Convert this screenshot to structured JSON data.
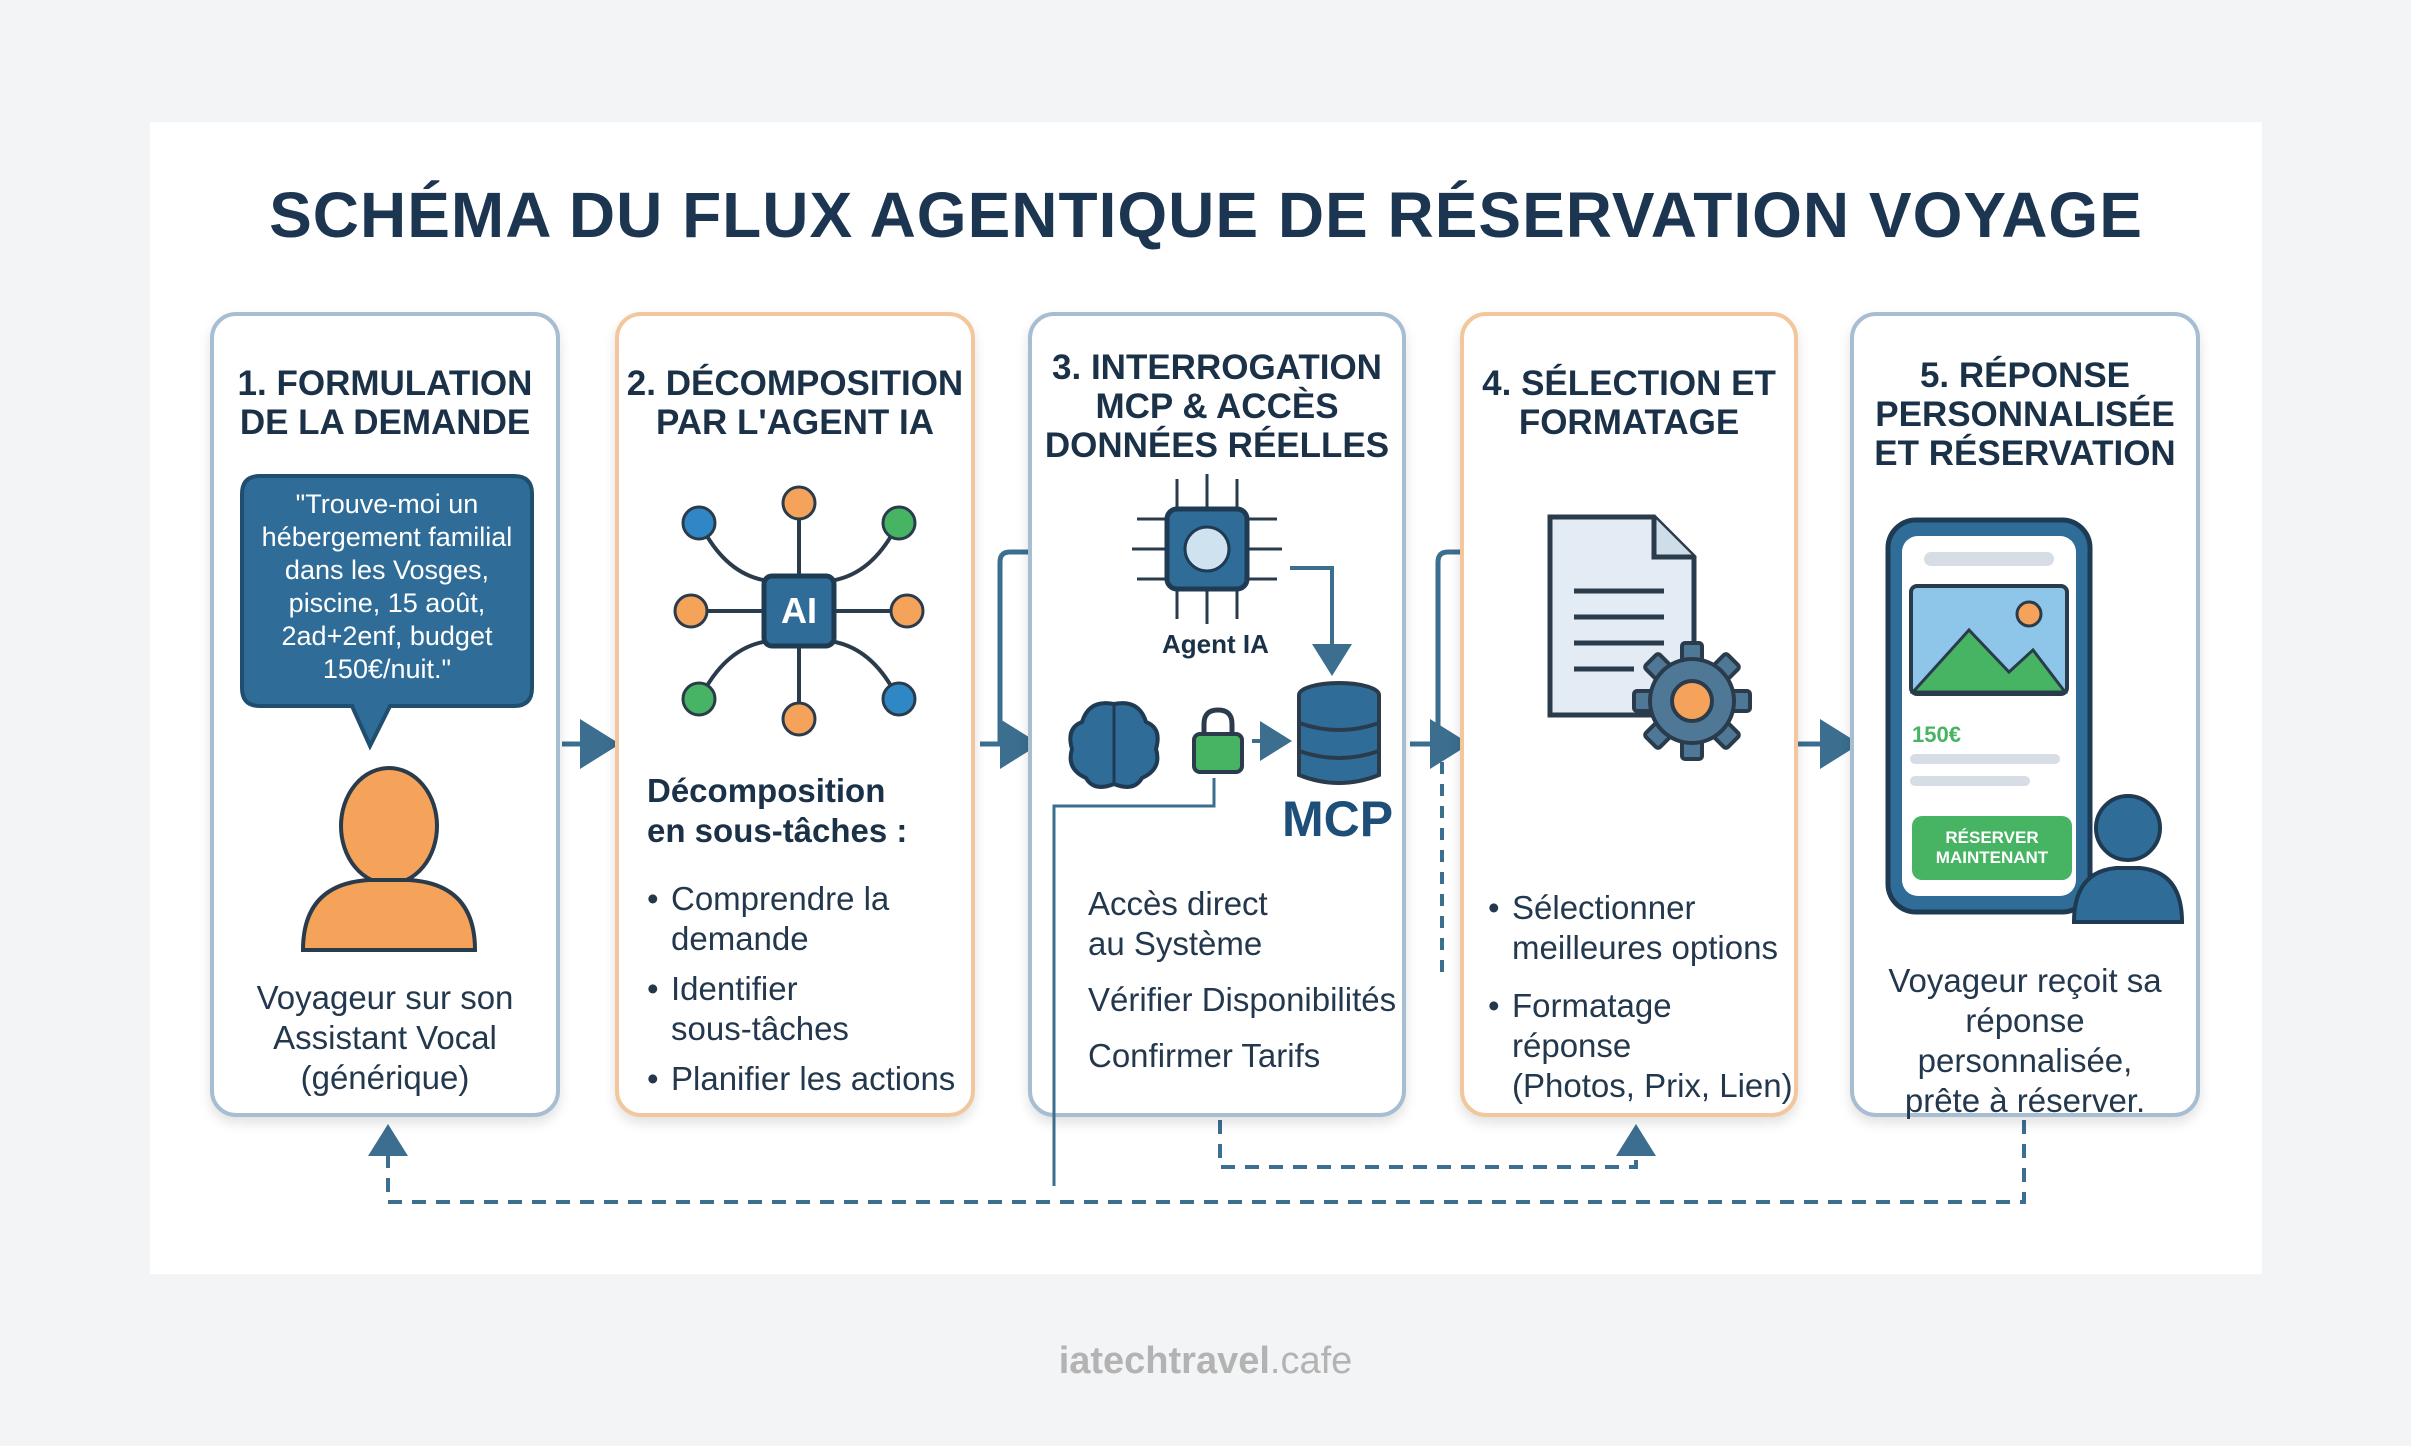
{
  "title": "SCHÉMA DU FLUX AGENTIQUE DE RÉSERVATION VOYAGE",
  "colors": {
    "accent_dark": "#1c3550",
    "arrow": "#3b6e8f",
    "chip_blue": "#2f6d98",
    "orange": "#f5a25b",
    "green": "#47b463",
    "border_blue": "#a7bdd1",
    "border_orange": "#f2c79c"
  },
  "steps": [
    {
      "title": "1. FORMULATION\nDE LA DEMANDE",
      "speech": "\"Trouve-moi un\nhébergement familial\ndans les Vosges,\npiscine, 15 août,\n2ad+2enf, budget\n150€/nuit.\"",
      "caption": "Voyageur sur son\nAssistant Vocal\n(générique)",
      "icons": [
        "speech-bubble-icon",
        "user-icon"
      ]
    },
    {
      "title": "2. DÉCOMPOSITION\nPAR L'AGENT IA",
      "chip_label": "AI",
      "subtitle": "Décomposition\nen sous-tâches :",
      "bullets": [
        "Comprendre la\ndemande",
        "Identifier\nsous-tâches",
        "Planifier les actions"
      ],
      "icons": [
        "ai-chip-icon"
      ]
    },
    {
      "title": "3. INTERROGATION\nMCP & ACCÈS\nDONNÉES RÉELLES",
      "agent_label": "Agent IA",
      "mcp_label": "MCP",
      "items": [
        "Accès direct\nau Système",
        "Vérifier Disponibilités",
        "Confirmer Tarifs"
      ],
      "icons": [
        "brain-chip-icon",
        "brain-icon",
        "lock-icon",
        "database-icon"
      ]
    },
    {
      "title": "4. SÉLECTION ET\nFORMATAGE",
      "bullets": [
        "Sélectionner\nmeilleures options",
        "Formatage réponse\n(Photos, Prix, Lien)"
      ],
      "icons": [
        "document-icon",
        "gear-icon"
      ]
    },
    {
      "title": "5. RÉPONSE\nPERSONNALISÉE\nET RÉSERVATION",
      "price": "150€",
      "book_button": "RÉSERVER\nMAINTENANT",
      "caption": "Voyageur reçoit sa\nréponse personnalisée,\nprête à réserver.",
      "icons": [
        "smartphone-icon",
        "image-icon",
        "user-icon"
      ]
    }
  ],
  "footer": {
    "bold": "iatechtravel",
    "light": ".cafe"
  }
}
